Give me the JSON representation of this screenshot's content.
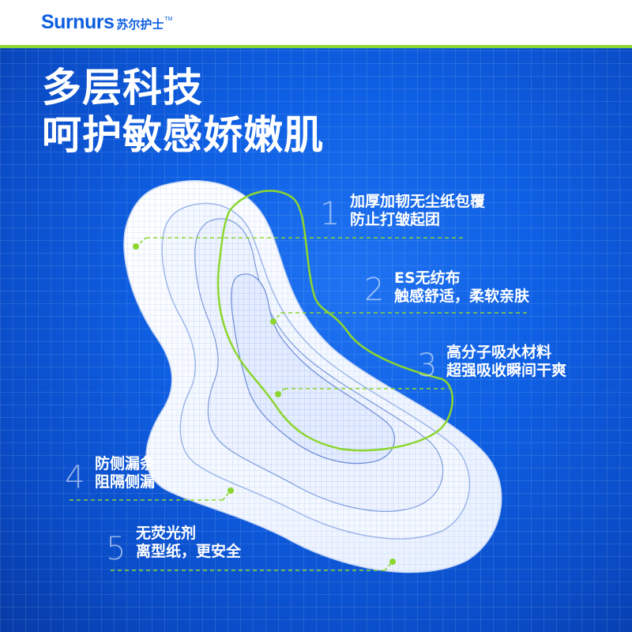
{
  "brand": {
    "name_en": "Surnurs",
    "name_cn": "苏尔护士",
    "tm": "TM"
  },
  "headline": {
    "line1": "多层科技",
    "line2": "呵护敏感娇嫩肌"
  },
  "colors": {
    "background": "#0e5fe3",
    "accent_green": "#8cd630",
    "text": "#ffffff"
  },
  "callouts": [
    {
      "number": "1",
      "line1": "加厚加韧无尘纸包覆",
      "line2": "防止打皱起团"
    },
    {
      "number": "2",
      "line1": "ES无纺布",
      "line2": "触感舒适，柔软亲肤"
    },
    {
      "number": "3",
      "line1": "高分子吸水材料",
      "line2": "超强吸收瞬间干爽"
    },
    {
      "number": "4",
      "line1": "防侧漏条",
      "line2": "阻隔侧漏"
    },
    {
      "number": "5",
      "line1": "无荧光剂",
      "line2": "离型纸，更安全"
    }
  ]
}
